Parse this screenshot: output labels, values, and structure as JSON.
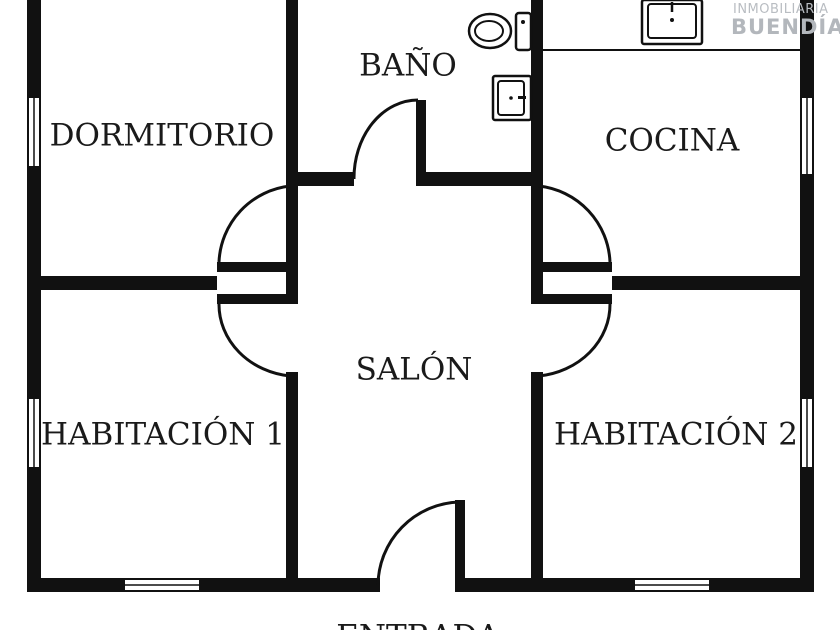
{
  "rooms": {
    "dormitorio": "DORMITORIO",
    "bano": "BAÑO",
    "cocina": "COCINA",
    "salon": "SALÓN",
    "habitacion1": "HABITACIÓN 1",
    "habitacion2": "HABITACIÓN 2",
    "entrada": "ENTRADA"
  },
  "logo": {
    "line1": "INMOBILIARIA",
    "line2": "BUENDÍA"
  },
  "colors": {
    "walls": "#111111",
    "background": "#ffffff",
    "logo": "#b3b7bc"
  }
}
